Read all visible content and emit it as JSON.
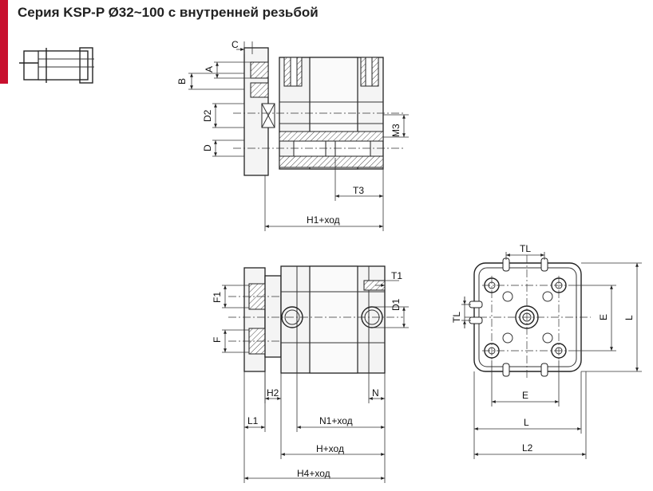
{
  "header": {
    "title": "Серия KSP-P Ø32~100 с внутренней резьбой"
  },
  "labels": {
    "C": "C",
    "A": "A",
    "B": "B",
    "D2": "D2",
    "D": "D",
    "M3": "M3",
    "T3": "T3",
    "H1": "H1+ход",
    "T1": "T1",
    "D1": "D1",
    "F1": "F1",
    "F": "F",
    "H2": "H2",
    "N": "N",
    "L1": "L1",
    "N1": "N1+ход",
    "H": "H+ход",
    "H4": "H4+ход",
    "TL_top": "TL",
    "TL_side": "TL",
    "E_side": "E",
    "L_side": "L",
    "E_bottom": "E",
    "L_bottom": "L",
    "L2": "L2"
  },
  "colors": {
    "accent": "#c8102e"
  }
}
